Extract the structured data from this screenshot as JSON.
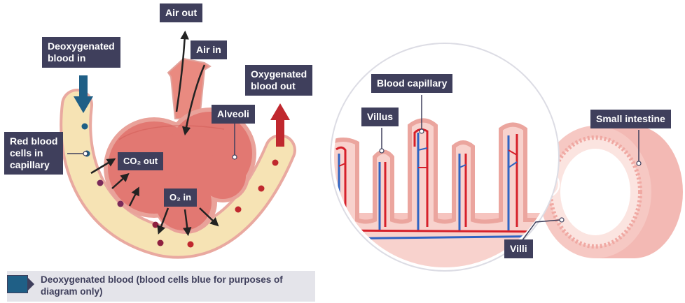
{
  "colors": {
    "label_bg": "#3f3f5c",
    "deoxygenated_blue": "#1f5f86",
    "oxygenated_red": "#c0282e",
    "alveoli_pink": "#e06a66",
    "capillary_cream": "#f6e3b4",
    "intestine_pink": "#f3b9b4"
  },
  "labels": {
    "air_out": "Air out",
    "air_in": "Air in",
    "deoxygenated_in_line1": "Deoxygenated",
    "deoxygenated_in_line2": "blood in",
    "oxygenated_out_line1": "Oxygenated",
    "oxygenated_out_line2": "blood out",
    "alveoli": "Alveoli",
    "red_blood_cells_line1": "Red blood",
    "red_blood_cells_line2": "cells in",
    "red_blood_cells_line3": "capillary",
    "co2_out": "CO₂ out",
    "o2_in": "O₂ in",
    "blood_capillary": "Blood capillary",
    "villus": "Villus",
    "small_intestine": "Small intestine",
    "villi": "Villi"
  },
  "legend": {
    "text": "Deoxygenated blood (blood cells blue for purposes of diagram only)"
  }
}
